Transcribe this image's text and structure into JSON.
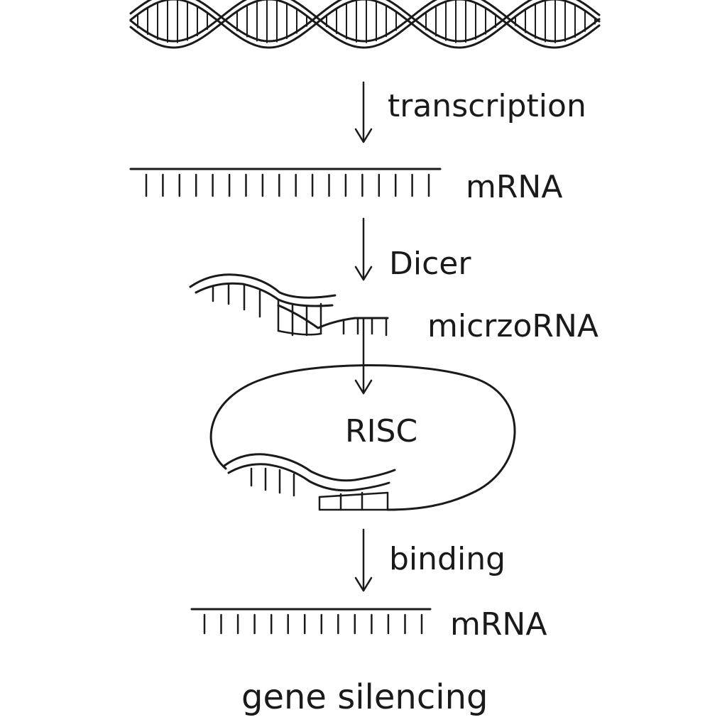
{
  "labels": {
    "transcription": "transcription",
    "mrna_top": "mRNA",
    "dicer": "Dicer",
    "microrna": "micrzoRNA",
    "risc": "RISC",
    "binding": "binding",
    "mrna_bottom": "mRNA",
    "outcome": "gene silencing"
  },
  "colors": {
    "ink": "#1a1a1a",
    "background": "#ffffff"
  }
}
